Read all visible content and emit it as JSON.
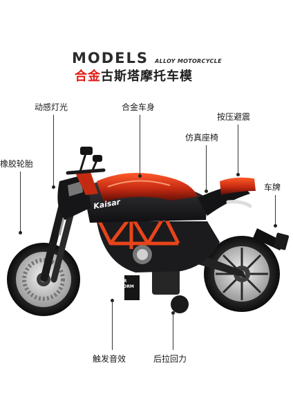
{
  "header": {
    "models": "MODELS",
    "subtitle_en": "ALLOY MOTORCYCLE",
    "title_cn_red": "合金",
    "title_cn_dark": "古斯塔摩托车模"
  },
  "bike": {
    "brand_text": "Kaisar",
    "badge_text_1": "SUPER",
    "badge_text_2": "PERFORM"
  },
  "labels": {
    "dynamic_light": "动感灯光",
    "alloy_body": "合金车身",
    "press_vibrate": "按压避震",
    "simulated_seat": "仿真座椅",
    "rubber_tire": "橡胶轮胎",
    "license_plate": "车牌",
    "trigger_sound": "触发音效",
    "pullback": "后拉回力"
  },
  "colors": {
    "accent_red": "#e21b13",
    "frame_orange": "#e8441a",
    "body_black": "#1b1b1d"
  }
}
